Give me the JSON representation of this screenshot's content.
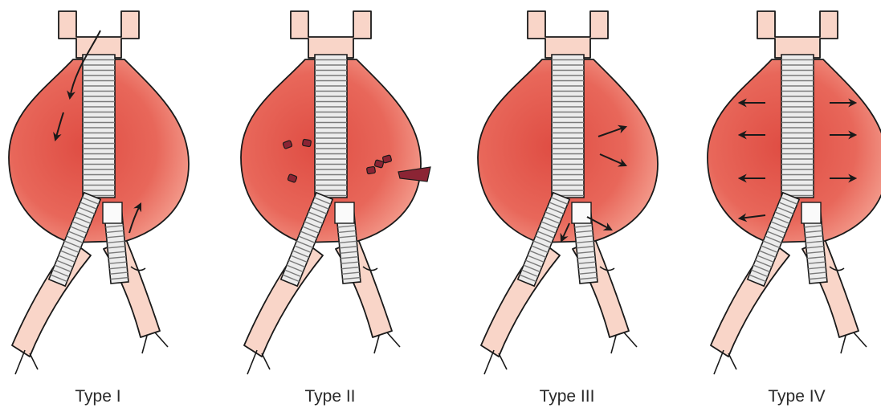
{
  "colors": {
    "aneurysm_fill": "#e8675a",
    "aneurysm_center": "#df4d43",
    "aneurysm_edge": "#f39b8c",
    "vessel_fill": "#f9d5c8",
    "stent_fill": "#ececec",
    "outline": "#1a1a1a",
    "vessel_stub": "#8b2434"
  },
  "panels": [
    {
      "label": "Type I",
      "variant": "type-i"
    },
    {
      "label": "Type II",
      "variant": "type-ii"
    },
    {
      "label": "Type III",
      "variant": "type-iii"
    },
    {
      "label": "Type IV",
      "variant": "type-iv"
    }
  ]
}
